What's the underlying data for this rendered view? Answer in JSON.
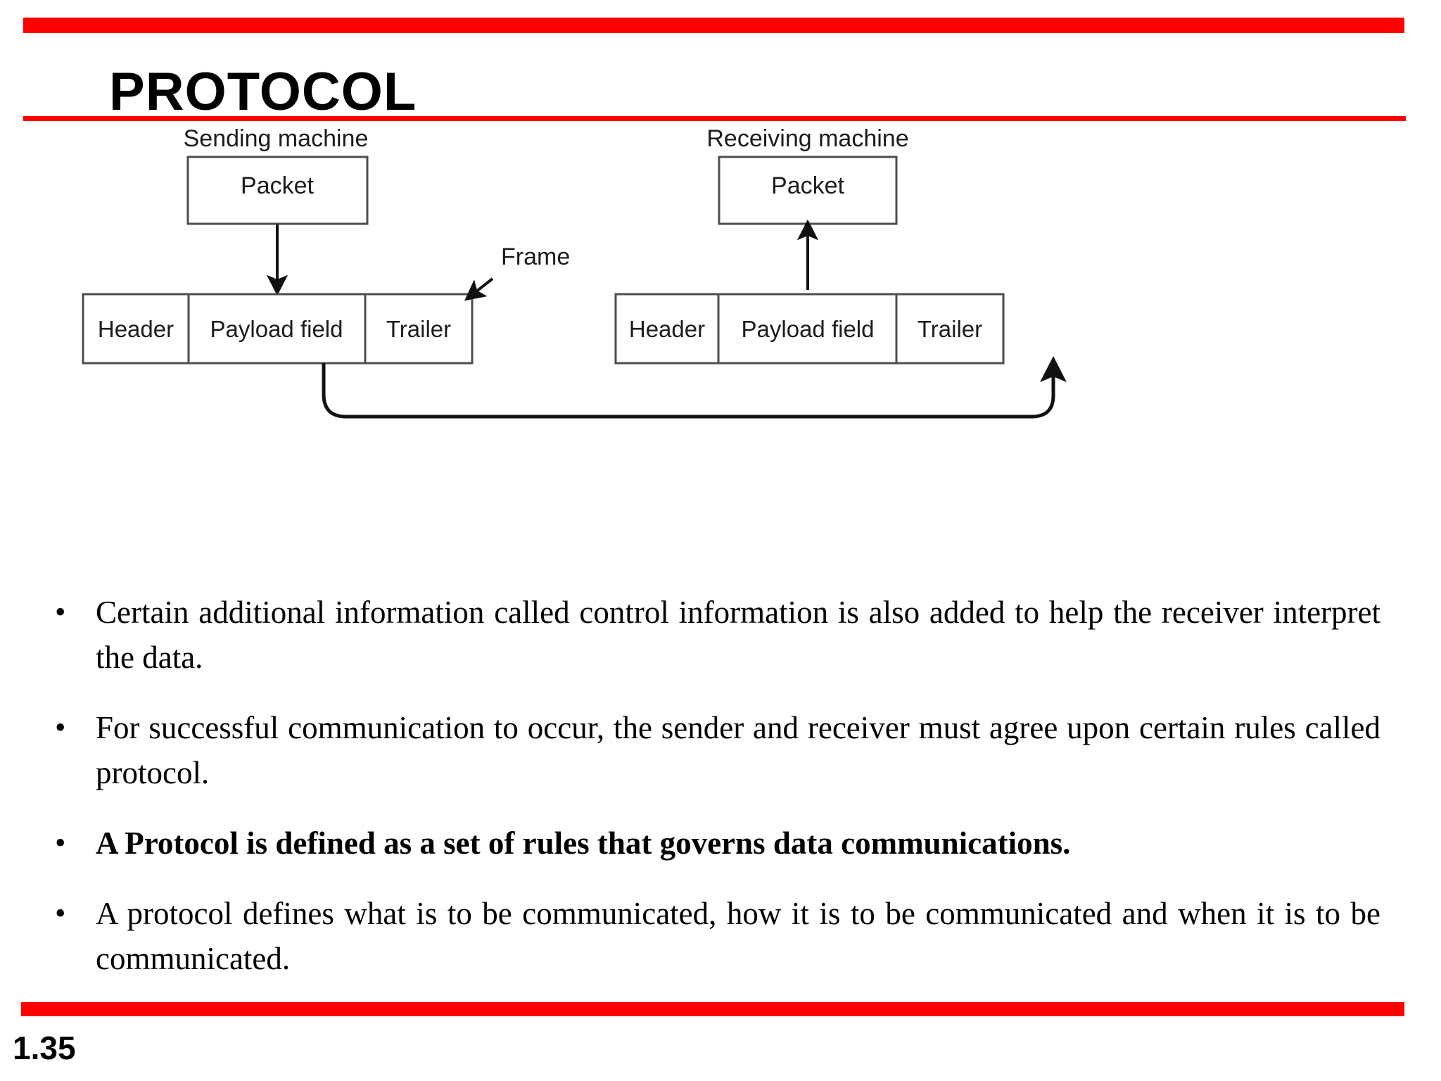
{
  "slide": {
    "title": "PROTOCOL",
    "number": "1.35",
    "accent_color": "#fe0000",
    "background_color": "#ffffff",
    "text_color": "#000000"
  },
  "diagram": {
    "sending": {
      "caption": "Sending machine",
      "packet_label": "Packet",
      "frame_cells": [
        "Header",
        "Payload field",
        "Trailer"
      ]
    },
    "receiving": {
      "caption": "Receiving machine",
      "packet_label": "Packet",
      "frame_cells": [
        "Header",
        "Payload field",
        "Trailer"
      ]
    },
    "frame_callout": "Frame",
    "line_color": "#4d4d4d",
    "arrow_color": "#111111"
  },
  "bullets": [
    {
      "marker": "•",
      "text": "Certain additional information called control information is also added to help the receiver interpret the data.",
      "bold": false
    },
    {
      "marker": "•",
      "text": "For successful communication to occur, the sender and receiver must agree upon certain rules called protocol.",
      "bold": false
    },
    {
      "marker": "•",
      "text": "A Protocol is defined as a set of rules that governs data communications.",
      "bold": true
    },
    {
      "marker": "•",
      "text": "A protocol defines what is to be communicated, how it is to be communicated and when it is to be communicated.",
      "bold": false
    }
  ]
}
